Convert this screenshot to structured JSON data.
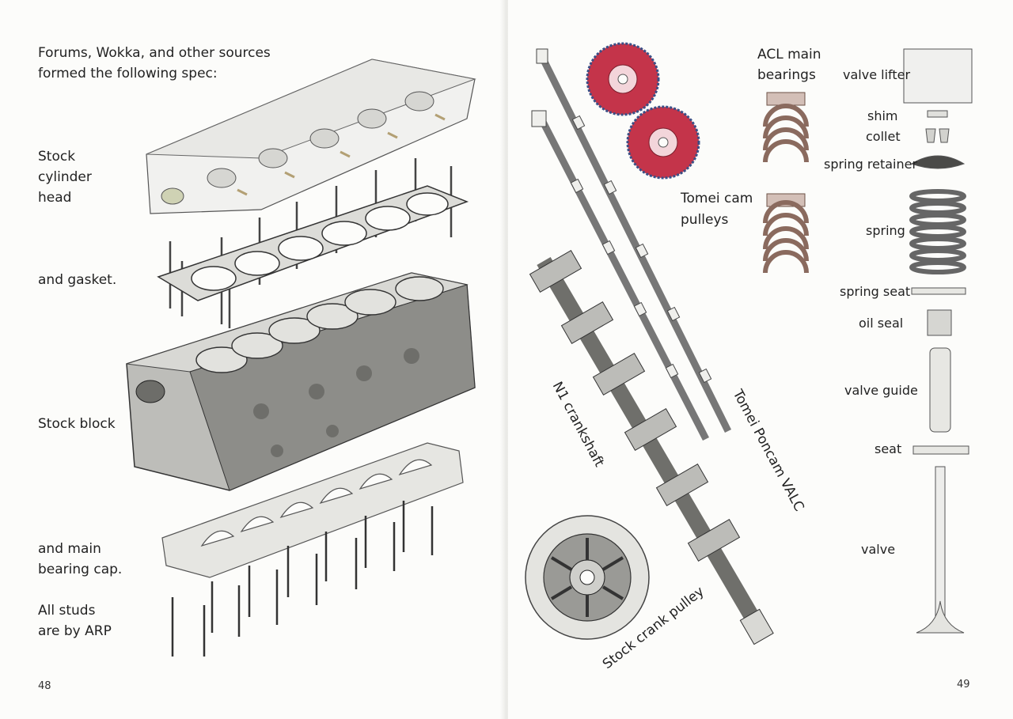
{
  "left_page": {
    "intro": "Forums, Wokka, and other sources\nformed the following spec:",
    "labels": {
      "cylinder_head": "Stock\ncylinder\nhead",
      "gasket": "and gasket.",
      "block": "Stock block",
      "bearing_cap": "and main\nbearing cap.",
      "studs": "All studs\nare by ARP"
    },
    "page_number": "48"
  },
  "right_page": {
    "labels": {
      "acl_bearings": "ACL main\nbearings",
      "cam_pulleys": "Tomei cam\npulleys",
      "crankshaft": "N1 crankshaft",
      "camshaft": "Tomei Poncam VALC",
      "crank_pulley": "Stock crank pulley"
    },
    "valvetrain": {
      "lifter": "valve lifter",
      "shim": "shim",
      "collet": "collet",
      "retainer": "spring retainer",
      "spring": "spring",
      "spring_seat": "spring seat",
      "oil_seal": "oil seal",
      "guide": "valve guide",
      "seat": "seat",
      "valve": "valve"
    },
    "page_number": "49"
  },
  "colors": {
    "pulley_red": "#c4344a",
    "pulley_rim": "#3b4f86",
    "bearing_brown": "#8a6a5e",
    "pencil_dark": "#3a3a3a",
    "pencil_light": "#9a9a9a"
  }
}
